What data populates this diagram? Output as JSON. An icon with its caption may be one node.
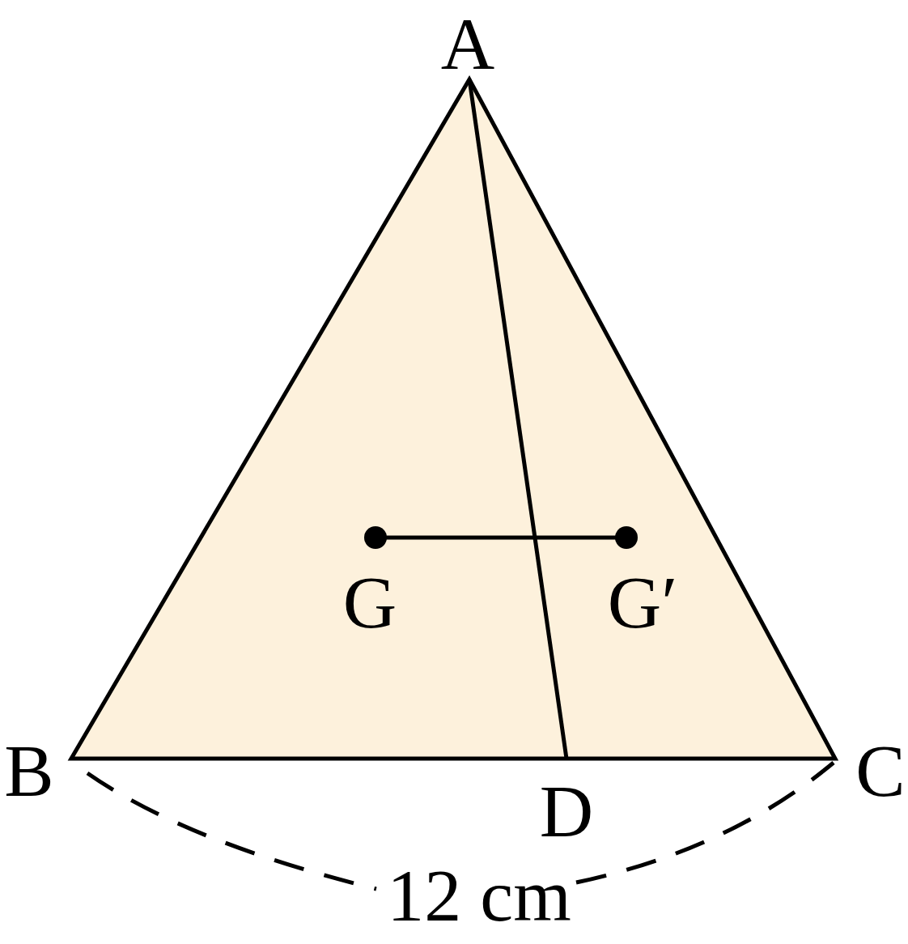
{
  "diagram": {
    "labels": [
      "A",
      "G",
      "G′",
      "B",
      "C",
      "D",
      "12 cm"
    ]
  }
}
